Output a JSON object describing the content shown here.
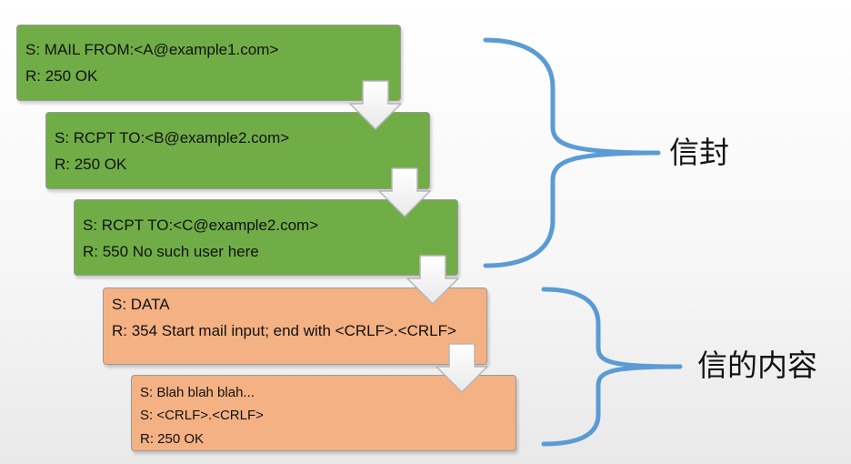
{
  "boxes": [
    {
      "lines": [
        "S: MAIL FROM:<A@example1.com>",
        "R: 250 OK"
      ],
      "color": "#70ad47"
    },
    {
      "lines": [
        "S: RCPT TO:<B@example2.com>",
        "R: 250 OK"
      ],
      "color": "#70ad47"
    },
    {
      "lines": [
        "S: RCPT TO:<C@example2.com>",
        "R: 550 No such user here"
      ],
      "color": "#70ad47"
    },
    {
      "lines": [
        "S: DATA",
        "R: 354 Start mail input; end with <CRLF>.<CRLF>"
      ],
      "color": "#f4b183"
    },
    {
      "lines": [
        "S: Blah blah blah...",
        "S: <CRLF>.<CRLF>",
        "R: 250 OK"
      ],
      "color": "#f4b183"
    }
  ],
  "braces": {
    "envelope": {
      "label": "信封",
      "color": "#5b9bd5"
    },
    "content": {
      "label": "信的内容",
      "color": "#5b9bd5"
    }
  }
}
